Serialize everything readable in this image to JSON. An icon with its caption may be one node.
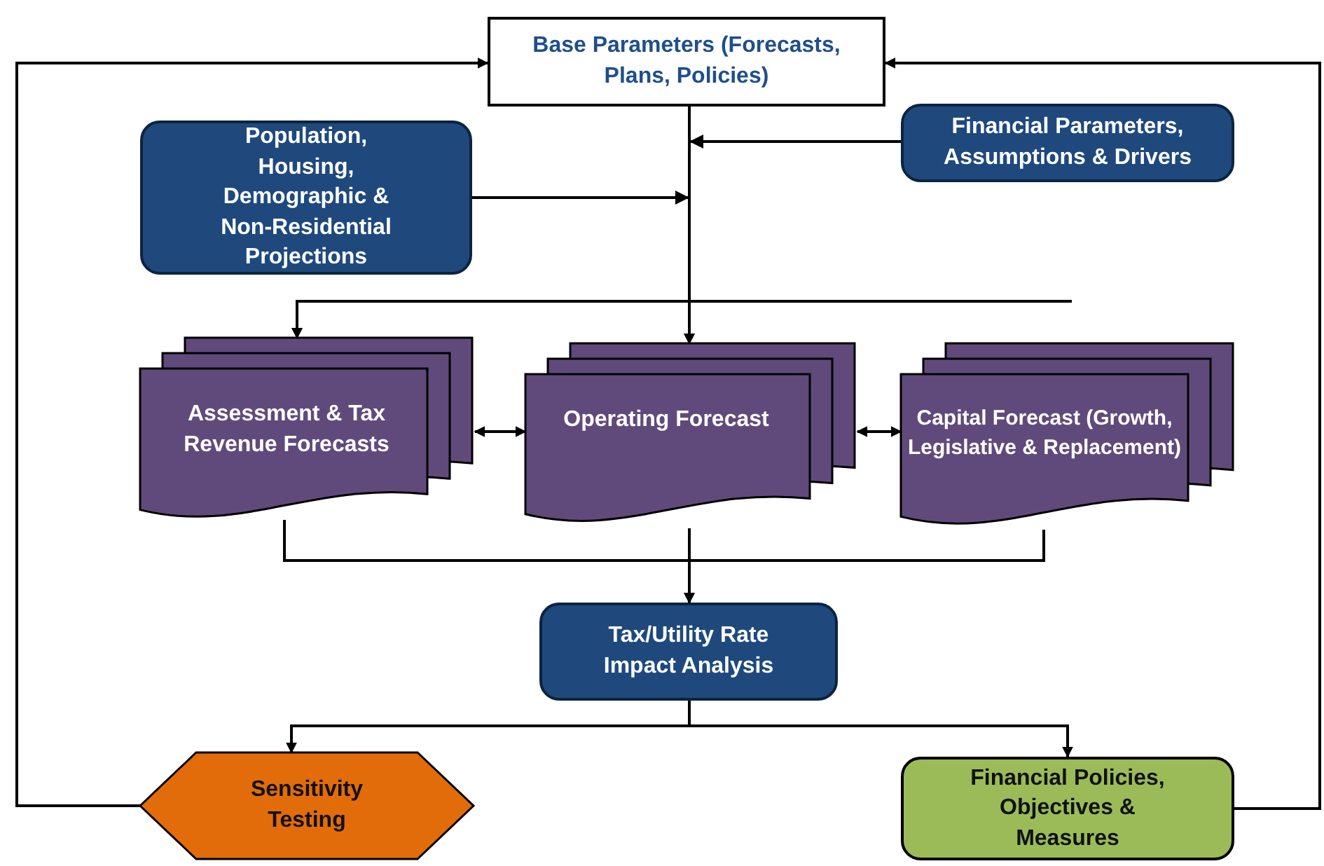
{
  "diagram": {
    "nodes": [
      {
        "text": [
          "Base Parameters (Forecasts, Plans, Policies)"
        ]
      },
      {
        "text": [
          "Population, Housing, Demographic & Non-Residential Projections"
        ]
      },
      {
        "text": [
          "Financial Parameters, Assumptions & Drivers"
        ]
      },
      {
        "text": [
          "Assessment & Tax Revenue Forecasts"
        ]
      },
      {
        "text": [
          "Operating Forecast"
        ]
      },
      {
        "text": [
          "Capital Forecast (Growth, Legislative & Replacement)"
        ]
      },
      {
        "text": [
          "Tax/Utility Rate Impact Analysis"
        ]
      },
      {
        "text": [
          "Sensitivity Testing"
        ]
      },
      {
        "text": [
          "Financial Policies, Objectives & Measures"
        ]
      }
    ],
    "edges": [
      {
        "from": 0,
        "to": 4,
        "arrow": "to"
      },
      {
        "from": 0,
        "to": 3,
        "arrow": "to"
      },
      {
        "from": 1,
        "to": 4,
        "arrow": "to"
      },
      {
        "from": 1,
        "to": 3,
        "arrow": "to"
      },
      {
        "from": 2,
        "to": 4,
        "arrow": "to"
      },
      {
        "from": 2,
        "to": 3,
        "arrow": "to"
      },
      {
        "from": 3,
        "to": 4,
        "arrow": "both"
      },
      {
        "from": 4,
        "to": 5,
        "arrow": "both"
      },
      {
        "from": 3,
        "to": 6,
        "arrow": "to"
      },
      {
        "from": 4,
        "to": 6,
        "arrow": "to"
      },
      {
        "from": 5,
        "to": 6,
        "arrow": "to"
      },
      {
        "from": 6,
        "to": 7,
        "arrow": "to"
      },
      {
        "from": 6,
        "to": 8,
        "arrow": "to"
      },
      {
        "from": 7,
        "to": 0,
        "arrow": "to"
      },
      {
        "from": 8,
        "to": 0,
        "arrow": "to"
      }
    ]
  }
}
